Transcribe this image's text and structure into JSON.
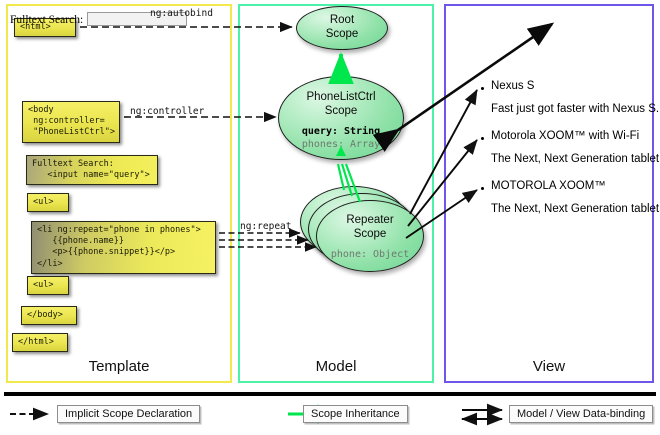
{
  "columns": [
    {
      "key": "template",
      "label": "Template",
      "border_color": "#f2ea4c"
    },
    {
      "key": "model",
      "label": "Model",
      "border_color": "#4cf2a8"
    },
    {
      "key": "view",
      "label": "View",
      "border_color": "#6f56e8"
    }
  ],
  "template": {
    "boxes": [
      {
        "name": "html-open-tag",
        "text": "<html>"
      },
      {
        "name": "body-controller-tag",
        "text": "<body\n ng:controller=\n \"PhoneListCtrl\">"
      },
      {
        "name": "fulltext-search-input-markup",
        "text": "Fulltext Search:\n   <input name=\"query\">"
      },
      {
        "name": "ul-open-tag",
        "text": "<ul>"
      },
      {
        "name": "li-repeat-markup",
        "text": "<li ng:repeat=\"phone in phones\">\n   {{phone.name}}\n   <p>{{phone.snippet}}</p>\n</li>"
      },
      {
        "name": "ul-close-tag",
        "text": "<ul>"
      },
      {
        "name": "body-close-tag",
        "text": "</body>"
      },
      {
        "name": "html-close-tag",
        "text": "</html>"
      }
    ]
  },
  "model": {
    "scopes": [
      {
        "name": "root-scope",
        "title_line1": "Root",
        "title_line2": "Scope",
        "props": []
      },
      {
        "name": "phone-list-ctrl-scope",
        "title_line1": "PhoneListCtrl",
        "title_line2": "Scope",
        "props": [
          {
            "text": "query: String",
            "style": "strong"
          },
          {
            "text": "phones: Array",
            "style": "dim"
          }
        ]
      },
      {
        "name": "repeater-scope",
        "title_line1": "Repeater",
        "title_line2": "Scope",
        "props": [
          {
            "text": "phone: Object",
            "style": "dim"
          }
        ]
      }
    ]
  },
  "view": {
    "search_label": "Fulltext Search:",
    "search_value": "",
    "items": [
      {
        "name": "Nexus S",
        "snippet": "Fast just got faster with Nexus S."
      },
      {
        "name": "Motorola XOOM™  with Wi-Fi",
        "snippet": "The Next, Next Generation tablet."
      },
      {
        "name": "MOTOROLA XOOM™",
        "snippet": "The Next, Next Generation tablet."
      }
    ]
  },
  "edge_labels": [
    {
      "name": "ng-autobind-label",
      "text": "ng:autobind"
    },
    {
      "name": "ng-controller-label",
      "text": "ng:controller"
    },
    {
      "name": "ng-repeat-label",
      "text": "ng:repeat"
    }
  ],
  "legend": [
    {
      "name": "legend-implicit-scope-declaration",
      "label": "Implicit Scope Declaration",
      "arrow": "dashed-black"
    },
    {
      "name": "legend-scope-inheritance",
      "label": "Scope Inheritance",
      "arrow": "solid-green"
    },
    {
      "name": "legend-model-view-data-binding",
      "label": "Model / View Data-binding",
      "arrow": "double-black"
    }
  ],
  "colors": {
    "template_border": "#f2ea4c",
    "model_border": "#4cf2a8",
    "view_border": "#6f56e8",
    "scope_green": "#8fe1a8",
    "inheritance_arrow": "#00e64d",
    "code_yellow": "#eeea55"
  }
}
